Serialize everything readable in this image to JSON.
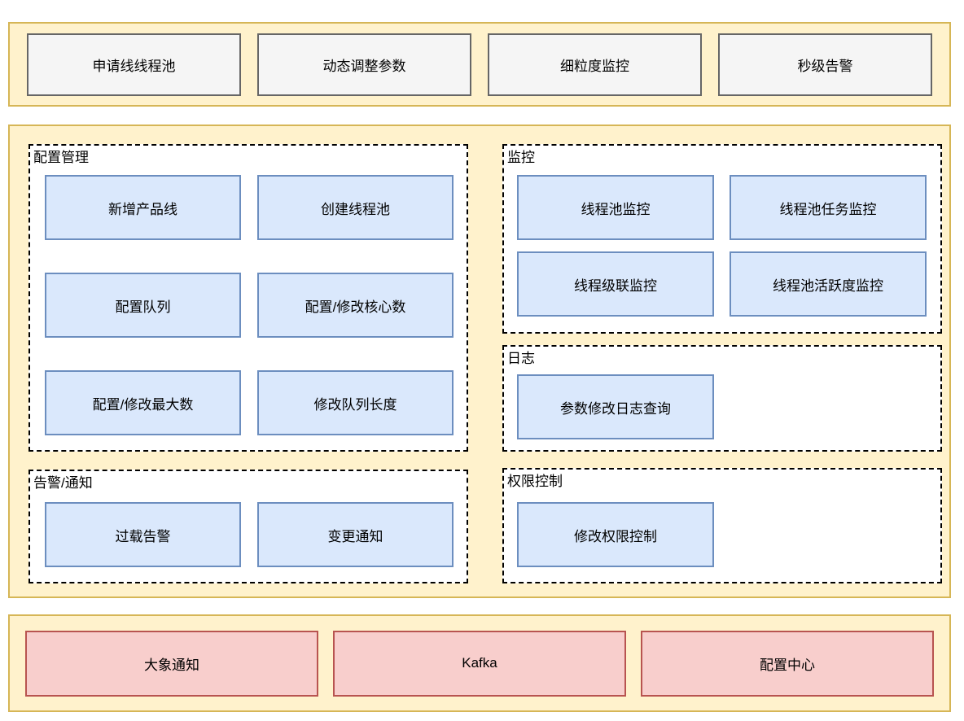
{
  "diagram": {
    "type": "architecture-diagram",
    "subject": "thread-pool management platform"
  },
  "palette": {
    "band_fill": "#FFF2CC",
    "band_border": "#D6B656",
    "feature_fill": "#F5F5F5",
    "feature_border": "#666666",
    "module_fill": "#DAE8FC",
    "module_border": "#6C8EBF",
    "infra_fill": "#F8CECC",
    "infra_border": "#B85450",
    "section_fill": "#FFFFFF",
    "section_border": "#000000"
  },
  "top_band": {
    "items": [
      {
        "label": "申请线线程池"
      },
      {
        "label": "动态调整参数"
      },
      {
        "label": "细粒度监控"
      },
      {
        "label": "秒级告警"
      }
    ]
  },
  "middle_band": {
    "sections": {
      "config": {
        "title": "配置管理",
        "items": [
          "新增产品线",
          "创建线程池",
          "配置队列",
          "配置/修改核心数",
          "配置/修改最大数",
          "修改队列长度"
        ]
      },
      "alert": {
        "title": "告警/通知",
        "items": [
          "过载告警",
          "变更通知"
        ]
      },
      "monitor": {
        "title": "监控",
        "items": [
          "线程池监控",
          "线程池任务监控",
          "线程级联监控",
          "线程池活跃度监控"
        ]
      },
      "log": {
        "title": "日志",
        "items": [
          "参数修改日志查询"
        ]
      },
      "permission": {
        "title": "权限控制",
        "items": [
          "修改权限控制"
        ]
      }
    }
  },
  "bottom_band": {
    "items": [
      {
        "label": "大象通知"
      },
      {
        "label": "Kafka"
      },
      {
        "label": "配置中心"
      }
    ]
  }
}
